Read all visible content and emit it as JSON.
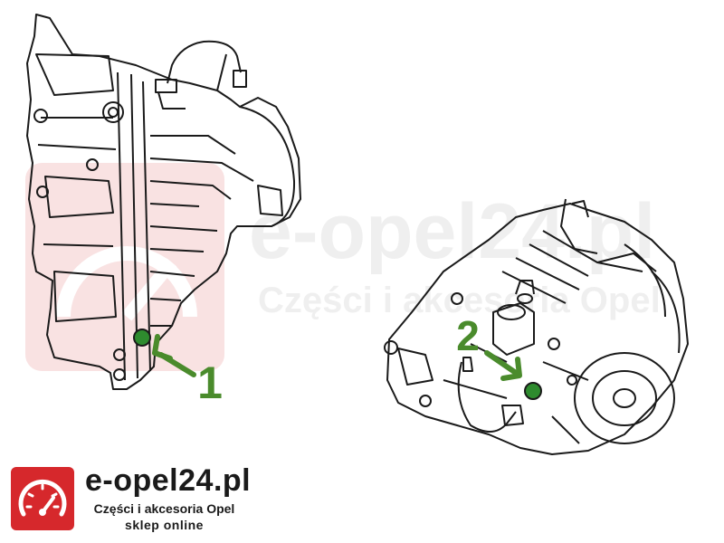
{
  "callouts": [
    {
      "number": "1"
    },
    {
      "number": "2"
    }
  ],
  "watermark": {
    "site": "e-opel24.pl",
    "tagline": "Części i akcesoria Opel"
  },
  "logo": {
    "site": "e-opel24.pl",
    "tagline": "Części i akcesoria Opel",
    "subline": "sklep online"
  },
  "colors": {
    "callout_green": "#4a8b2c",
    "plug_green": "#2e8b2e",
    "brand_red": "#d6282c",
    "line": "#1a1a1a"
  }
}
